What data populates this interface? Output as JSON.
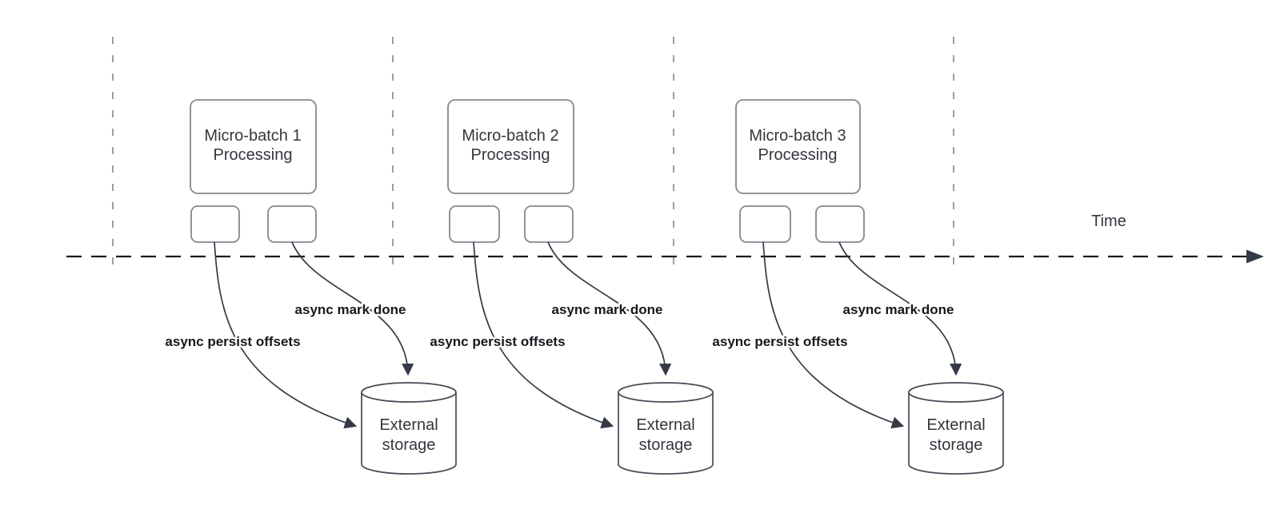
{
  "diagram": {
    "timeline_label": "Time",
    "batches": [
      {
        "title_line1": "Micro-batch 1",
        "title_line2": "Processing",
        "persist_label": "async persist offsets",
        "mark_done_label": "async mark done",
        "storage_line1": "External",
        "storage_line2": "storage"
      },
      {
        "title_line1": "Micro-batch 2",
        "title_line2": "Processing",
        "persist_label": "async persist offsets",
        "mark_done_label": "async mark done",
        "storage_line1": "External",
        "storage_line2": "storage"
      },
      {
        "title_line1": "Micro-batch 3",
        "title_line2": "Processing",
        "persist_label": "async persist offsets",
        "mark_done_label": "async mark done",
        "storage_line1": "External",
        "storage_line2": "storage"
      }
    ],
    "colors": {
      "background": "#ffffff",
      "box_stroke": "#848890",
      "cylinder_stroke": "#454a55",
      "gridline_color": "#9e9ea3",
      "axis_color": "#1c1c1c",
      "arrow_color": "#343a46",
      "text_color": "#33373d",
      "label_text_color": "#16181d"
    }
  }
}
